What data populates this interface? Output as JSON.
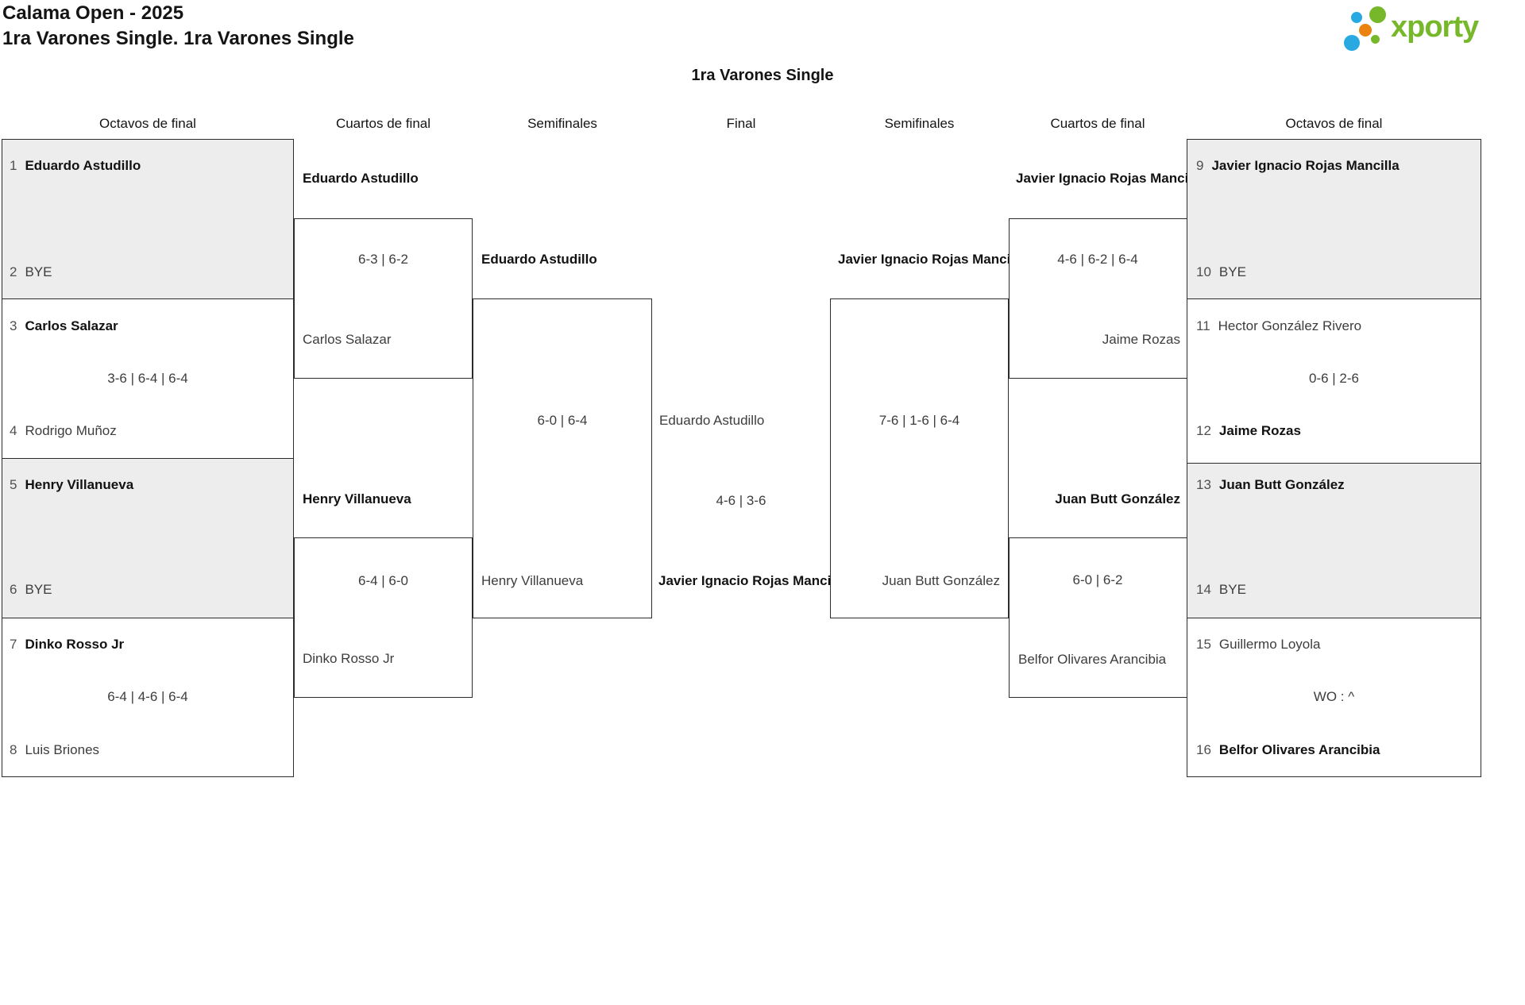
{
  "header": {
    "title": "Calama Open - 2025",
    "subtitle": "1ra Varones Single. 1ra Varones Single",
    "logo_text": "xporty"
  },
  "colors": {
    "logo_green": "#76b82a",
    "logo_blue": "#29a9e1",
    "logo_orange": "#ea830f",
    "box_fill_gray": "#ededed",
    "box_border": "#2b2b2b"
  },
  "bracket": {
    "title": "1ra Varones Single",
    "round_labels": [
      "Octavos de final",
      "Cuartos de final",
      "Semifinales",
      "Final",
      "Semifinales",
      "Cuartos de final",
      "Octavos de final"
    ],
    "octavos_left": [
      {
        "top_seed": "1",
        "top_name": "Eduardo Astudillo",
        "score": "",
        "bottom_seed": "2",
        "bottom_name": "BYE"
      },
      {
        "top_seed": "3",
        "top_name": "Carlos Salazar",
        "score": "3-6 | 6-4 | 6-4",
        "bottom_seed": "4",
        "bottom_name": "Rodrigo Muñoz"
      },
      {
        "top_seed": "5",
        "top_name": "Henry Villanueva",
        "score": "",
        "bottom_seed": "6",
        "bottom_name": "BYE"
      },
      {
        "top_seed": "7",
        "top_name": "Dinko Rosso Jr",
        "score": "6-4 | 4-6 | 6-4",
        "bottom_seed": "8",
        "bottom_name": "Luis Briones"
      }
    ],
    "cuartos_left": [
      {
        "winner": "Eduardo Astudillo",
        "score": "6-3 | 6-2",
        "loser": "Carlos Salazar"
      },
      {
        "winner": "Henry Villanueva",
        "score": "6-4 | 6-0",
        "loser": "Dinko Rosso Jr"
      }
    ],
    "semifinal_left": {
      "winner": "Eduardo Astudillo",
      "score": "6-0 | 6-4",
      "loser": "Henry Villanueva"
    },
    "final": {
      "finalist_top": "Eduardo Astudillo",
      "score": "4-6 | 3-6",
      "finalist_bottom": "Javier Ignacio Rojas Mancilla"
    },
    "semifinal_right": {
      "winner": "Javier Ignacio Rojas Mancilla",
      "score": "7-6 | 1-6 | 6-4",
      "loser": "Juan Butt González"
    },
    "cuartos_right": [
      {
        "winner": "Javier Ignacio Rojas Mancilla",
        "score": "4-6 | 6-2 | 6-4",
        "loser": "Jaime Rozas"
      },
      {
        "winner": "Juan Butt González",
        "score": "6-0 | 6-2",
        "loser": "Belfor Olivares Arancibia"
      }
    ],
    "octavos_right": [
      {
        "top_seed": "9",
        "top_name": "Javier Ignacio Rojas Mancilla",
        "score": "",
        "bottom_seed": "10",
        "bottom_name": "BYE"
      },
      {
        "top_seed": "11",
        "top_name": "Hector González Rivero",
        "score": "0-6 | 2-6",
        "bottom_seed": "12",
        "bottom_name": "Jaime Rozas"
      },
      {
        "top_seed": "13",
        "top_name": "Juan Butt González",
        "score": "",
        "bottom_seed": "14",
        "bottom_name": "BYE"
      },
      {
        "top_seed": "15",
        "top_name": "Guillermo Loyola",
        "score": "WO : ^",
        "bottom_seed": "16",
        "bottom_name": "Belfor Olivares Arancibia"
      }
    ]
  }
}
